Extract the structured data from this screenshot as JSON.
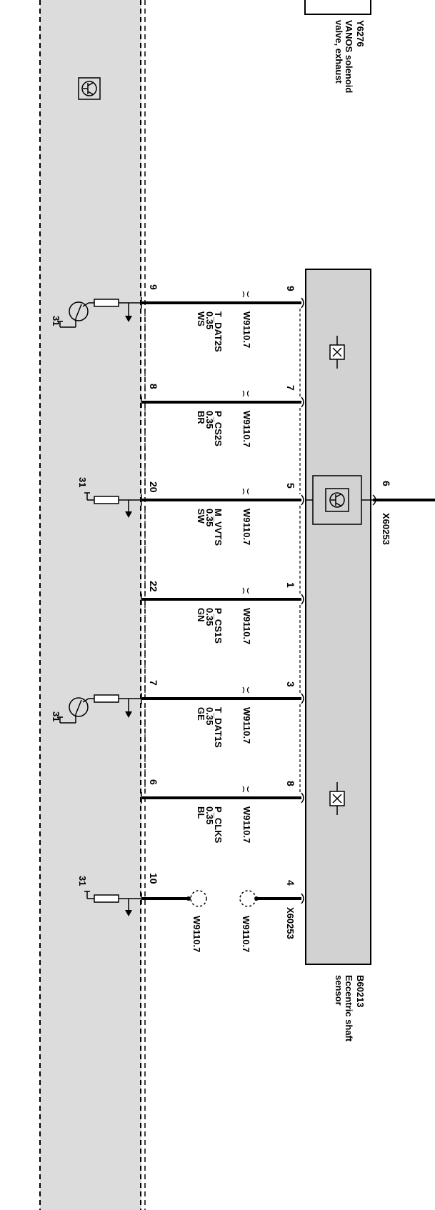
{
  "top_component": {
    "id": "Y6276",
    "description": [
      "VANOS solenoid",
      "valve, exhaust"
    ]
  },
  "sensor": {
    "id": "B60213",
    "description": [
      "Eccentric shaft",
      "sensor"
    ],
    "connector": "X60253",
    "supply_pin": "6"
  },
  "ecu": {
    "symbol": "transistor-in-box-icon"
  },
  "wires": [
    {
      "ecu_pin": "9",
      "sensor_pin": "9",
      "signal": "T_DAT2S",
      "size": "0.35",
      "color": "WS",
      "harness": "W9110.7",
      "ground": "31",
      "transistor": true
    },
    {
      "ecu_pin": "8",
      "sensor_pin": "7",
      "signal": "P_CS2S",
      "size": "0.35",
      "color": "BR",
      "harness": "W9110.7"
    },
    {
      "ecu_pin": "20",
      "sensor_pin": "5",
      "signal": "M_VVTS",
      "size": "0.35",
      "color": "SW",
      "harness": "W9110.7",
      "ground": "31"
    },
    {
      "ecu_pin": "22",
      "sensor_pin": "1",
      "signal": "P_CS1S",
      "size": "0.35",
      "color": "GN",
      "harness": "W9110.7"
    },
    {
      "ecu_pin": "7",
      "sensor_pin": "3",
      "signal": "T_DAT1S",
      "size": "0.35",
      "color": "GE",
      "harness": "W9110.7",
      "ground": "31",
      "transistor": true
    },
    {
      "ecu_pin": "6",
      "sensor_pin": "8",
      "signal": "P_CLKS",
      "size": "0.35",
      "color": "BL",
      "harness": "W9110.7"
    }
  ],
  "shield": {
    "ecu_pin": "10",
    "sensor_pin": "4",
    "harness_left": "W9110.7",
    "harness_right": "W9110.7",
    "connector": "X60253",
    "ground": "31"
  },
  "colors": {
    "ecu_fill": "#dcdcdc",
    "sensor_fill": "#d2d2d2",
    "line": "#000000"
  }
}
